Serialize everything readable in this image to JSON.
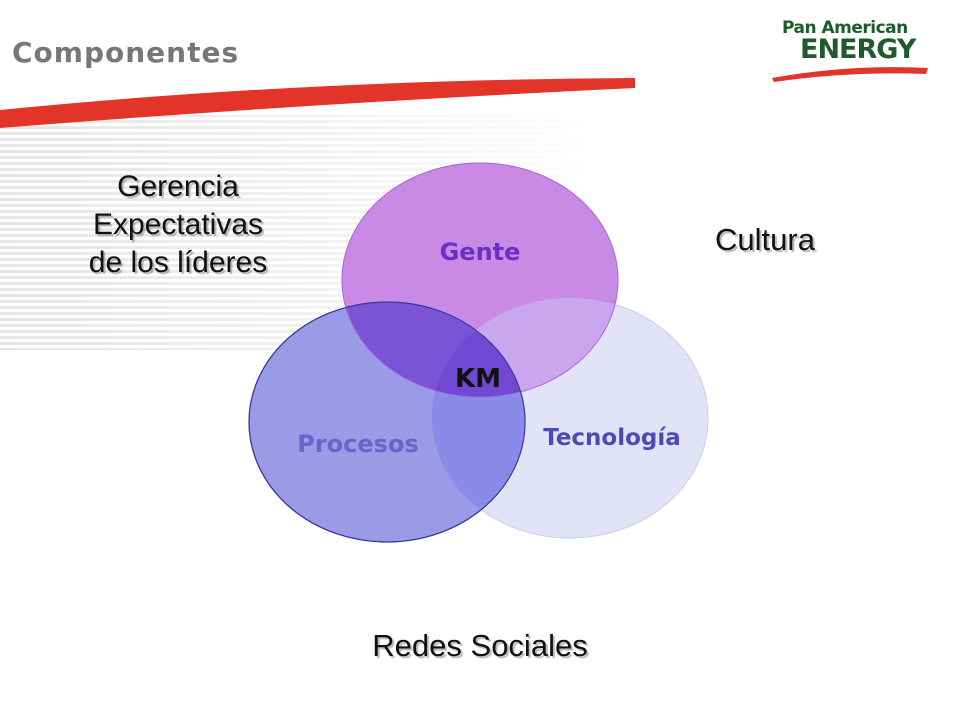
{
  "slide": {
    "title": "Componentes"
  },
  "logo": {
    "line1": "Pan American",
    "line2": "ENERGY",
    "color": "#1f5a2a",
    "swoosh_color": "#e3342a"
  },
  "labels": {
    "gerencia": [
      "Gerencia",
      "Expectativas",
      "de los líderes"
    ],
    "cultura": "Cultura",
    "redes": "Redes Sociales"
  },
  "diagram": {
    "center": "KM",
    "circles": [
      {
        "name": "Gente",
        "fill": "#c98ae6",
        "text_color": "#6a2fc8"
      },
      {
        "name": "Procesos",
        "fill": "#9a9ae6",
        "text_color": "#6a63cf"
      },
      {
        "name": "Tecnología",
        "fill": "#e3e3f8",
        "text_color": "#4b4bb5"
      }
    ],
    "overlap_colors": {
      "gente_procesos": "#7b53d6",
      "gente_tecnologia": "#caa6ee",
      "procesos_tecnologia": "#8a8ae8",
      "center": "#7048d2"
    }
  },
  "colors": {
    "accent_red": "#e3342a",
    "title_gray": "#777777"
  }
}
